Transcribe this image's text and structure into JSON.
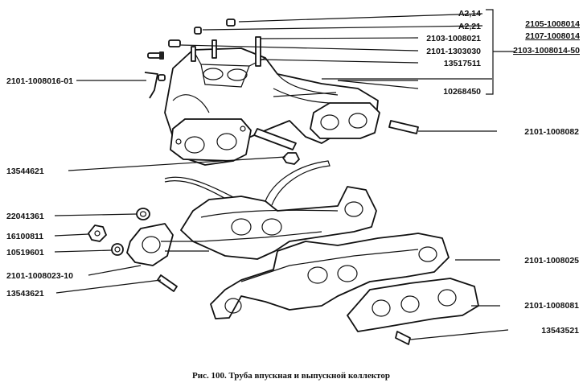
{
  "caption": "Рис. 100. Труба впускная и выпускной коллектор",
  "labels_right_top": [
    "A2,14",
    "A2,21",
    "2103-1008021",
    "2101-1303030",
    "13517511",
    "10268450"
  ],
  "labels_bracket": [
    "2105-1008014",
    "2107-1008014",
    "2103-1008014-50"
  ],
  "labels_right": [
    "2101-1008082",
    "2101-1008025",
    "2101-1008081",
    "13543521"
  ],
  "labels_left": [
    "2101-1008016-01",
    "13544621",
    "22041361",
    "16100811",
    "10519601",
    "2101-1008023-10",
    "13543621"
  ]
}
